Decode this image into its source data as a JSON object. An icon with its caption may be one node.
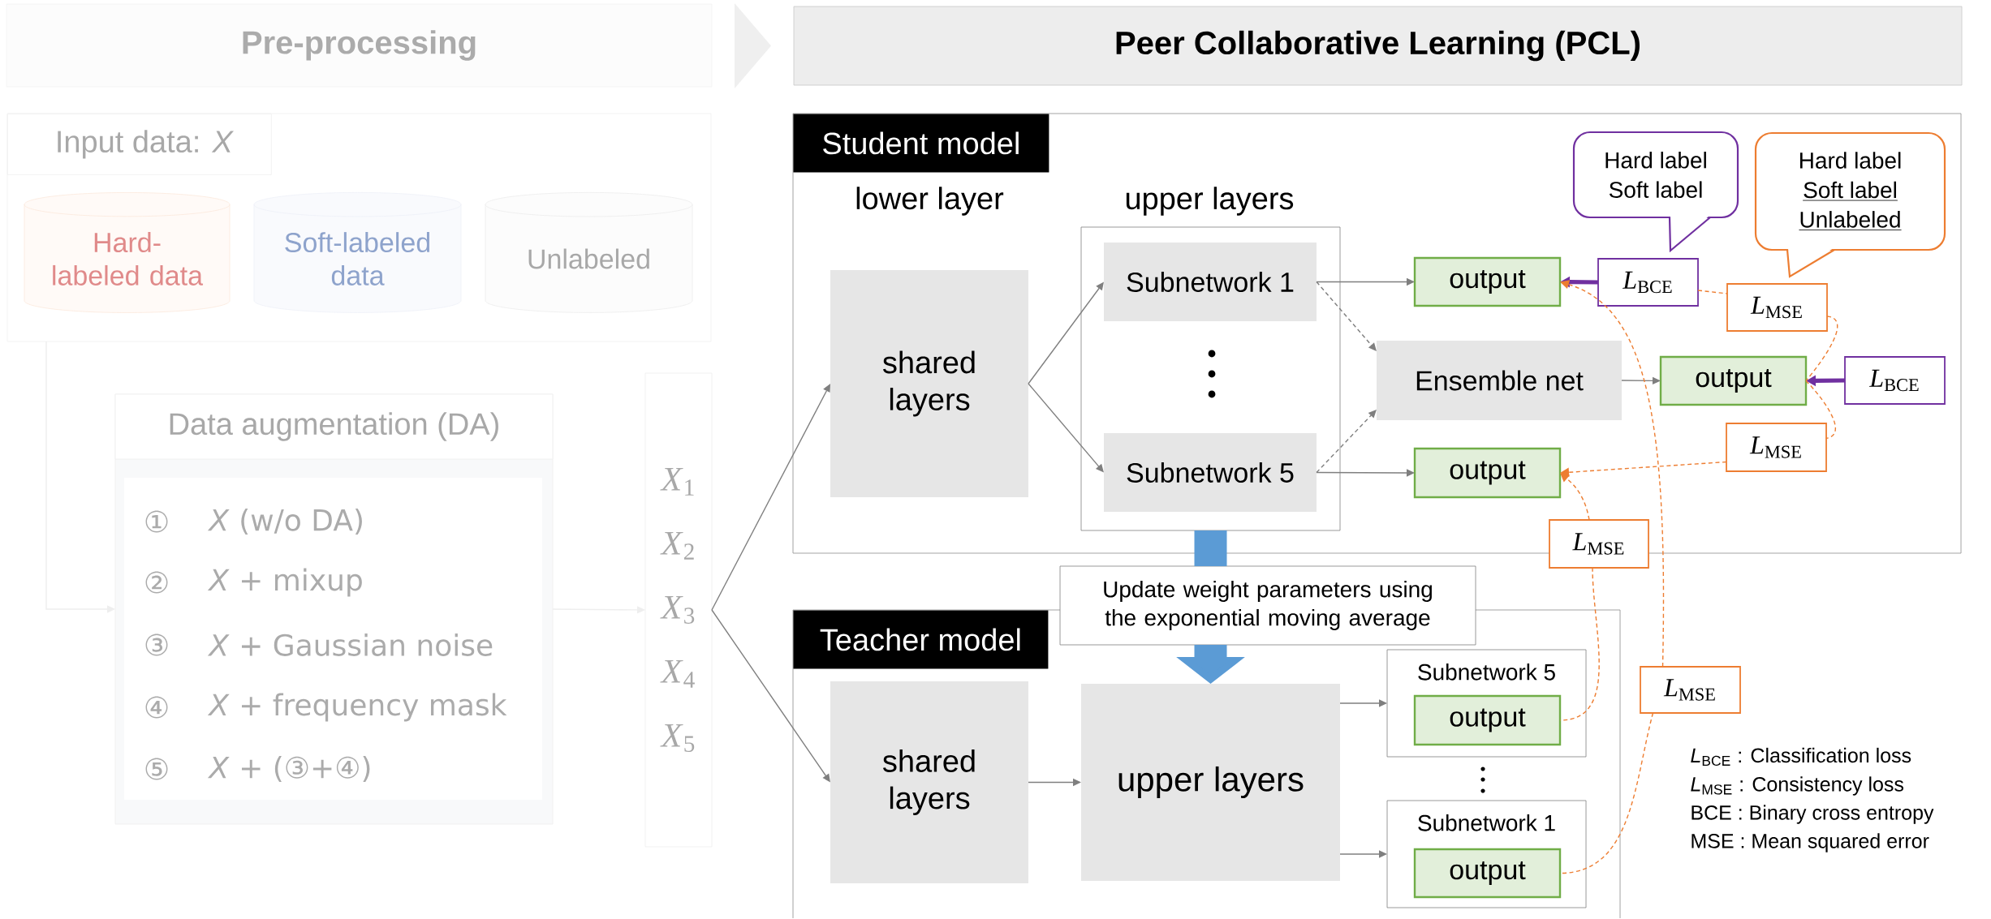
{
  "diagram": {
    "nodes": [
      {
        "text": [
          "Pre-processing"
        ]
      },
      {
        "text": [
          "Peer Collaborative Learning (PCL)"
        ]
      },
      {
        "text": [
          "Input data: *X*"
        ]
      },
      {
        "text": [
          "Hard-labeled data"
        ],
        "in": 2
      },
      {
        "text": [
          "Soft-labeled data"
        ],
        "in": 2
      },
      {
        "text": [
          "Unlabeled"
        ],
        "in": 2
      },
      {
        "text": [
          "Data augmentation (DA)"
        ]
      },
      {
        "text": [
          "*X*$_{1}$",
          "*X*$_{2}$",
          "*X*$_{3}$",
          "*X*$_{4}$",
          "*X*$_{5}$"
        ]
      },
      {
        "text": [
          "Student model"
        ]
      },
      {
        "text": [
          "shared layers"
        ],
        "in": 8
      },
      {
        "text": [],
        "shape": "box",
        "in": 8
      },
      {
        "text": [
          "Subnetwork 1"
        ],
        "in": 10
      },
      {
        "text": [
          "Subnetwork 5"
        ],
        "in": 10
      },
      {
        "text": [
          "output"
        ],
        "in": 8
      },
      {
        "text": [
          "Ensemble net"
        ],
        "in": 8
      },
      {
        "text": [
          "output"
        ],
        "in": 8
      },
      {
        "text": [
          "output"
        ],
        "in": 8
      },
      {
        "text": [
          "*L*$_{BCE}$"
        ],
        "in": 8
      },
      {
        "text": [
          "*L*$_{BCE}$"
        ],
        "in": 8
      },
      {
        "text": [
          "*L*$_{MSE}$"
        ],
        "in": 8
      },
      {
        "text": [
          "*L*$_{MSE}$"
        ],
        "in": 8
      },
      {
        "text": [
          "*L*$_{MSE}$"
        ]
      },
      {
        "text": [
          "Hard label",
          "Soft label"
        ],
        "in": 8
      },
      {
        "text": [
          "Hard label",
          "Soft label",
          "Unlabeled"
        ],
        "in": 8
      },
      {
        "text": [
          "Update weight parameters using the exponential moving average"
        ]
      },
      {
        "text": [
          "Teacher model"
        ]
      },
      {
        "text": [
          "shared layers"
        ],
        "in": 25
      },
      {
        "text": [
          "upper layers"
        ],
        "in": 25
      },
      {
        "text": [
          "Subnetwork 5"
        ],
        "in": 25
      },
      {
        "text": [
          "output"
        ],
        "in": 28
      },
      {
        "text": [
          "Subnetwork 1"
        ],
        "in": 25
      },
      {
        "text": [
          "output"
        ],
        "in": 30
      },
      {
        "text": [
          "*L*$_{MSE}$"
        ]
      }
    ],
    "edges": [
      {
        "from": 0,
        "to": 1,
        "arrow": "to",
        "color": "#efefef"
      },
      {
        "from": 2,
        "to": 6,
        "arrow": "to",
        "color": "#eeeeee"
      },
      {
        "from": 6,
        "to": 7,
        "arrow": "to",
        "color": "#eeeeee"
      },
      {
        "from": 7,
        "to": 9,
        "arrow": "to"
      },
      {
        "from": 7,
        "to": 26,
        "arrow": "to"
      },
      {
        "from": 9,
        "to": 11,
        "arrow": "to"
      },
      {
        "from": 9,
        "to": 12,
        "arrow": "to"
      },
      {
        "from": 11,
        "to": 13,
        "arrow": "to"
      },
      {
        "from": 12,
        "to": 16,
        "arrow": "to"
      },
      {
        "from": 11,
        "to": 14,
        "arrow": "to",
        "style": "dashed"
      },
      {
        "from": 12,
        "to": 14,
        "arrow": "to",
        "style": "dashed"
      },
      {
        "from": 14,
        "to": 15,
        "arrow": "to"
      },
      {
        "from": 17,
        "to": 13,
        "arrow": "to",
        "style": "thick",
        "color": "#7030a0"
      },
      {
        "from": 18,
        "to": 15,
        "arrow": "to",
        "style": "thick",
        "color": "#7030a0"
      },
      {
        "from": 17,
        "to": 19,
        "arrow": "none",
        "style": "dashed",
        "color": "#ed7d31"
      },
      {
        "from": 19,
        "to": 15,
        "arrow": "none",
        "style": "dashed",
        "color": "#ed7d31"
      },
      {
        "from": 15,
        "to": 20,
        "arrow": "none",
        "style": "dashed",
        "color": "#ed7d31"
      },
      {
        "from": 20,
        "to": 16,
        "arrow": "to",
        "style": "dashed",
        "color": "#ed7d31"
      },
      {
        "from": 21,
        "to": 16,
        "arrow": "to",
        "style": "dashed",
        "color": "#ed7d31"
      },
      {
        "from": 21,
        "to": 29,
        "arrow": "none",
        "style": "dashed",
        "color": "#ed7d31"
      },
      {
        "from": 32,
        "to": 13,
        "arrow": "to",
        "style": "dashed",
        "color": "#ed7d31"
      },
      {
        "from": 32,
        "to": 31,
        "arrow": "none",
        "style": "dashed",
        "color": "#ed7d31"
      },
      {
        "from": 10,
        "to": 24,
        "arrow": "none",
        "style": "thick",
        "color": "#5b9bd5"
      },
      {
        "from": 24,
        "to": 27,
        "arrow": "to",
        "style": "thick",
        "color": "#5b9bd5"
      },
      {
        "from": 26,
        "to": 27,
        "arrow": "to"
      },
      {
        "from": 27,
        "to": 28,
        "arrow": "to"
      },
      {
        "from": 27,
        "to": 30,
        "arrow": "to"
      }
    ],
    "labels": [
      "lower layer",
      "upper layers",
      "①",
      "*X* (w/o DA)",
      "②",
      "*X* + mixup",
      "③",
      "*X* + Gaussian noise",
      "④",
      "*X* + frequency mask",
      "⑤",
      "*X* + (③+④)",
      "*L*$_{BCE}$ : Classification loss",
      "*L*$_{MSE}$ : Consistency loss",
      "BCE : Binary cross entropy",
      "MSE : Mean squared error"
    ]
  }
}
